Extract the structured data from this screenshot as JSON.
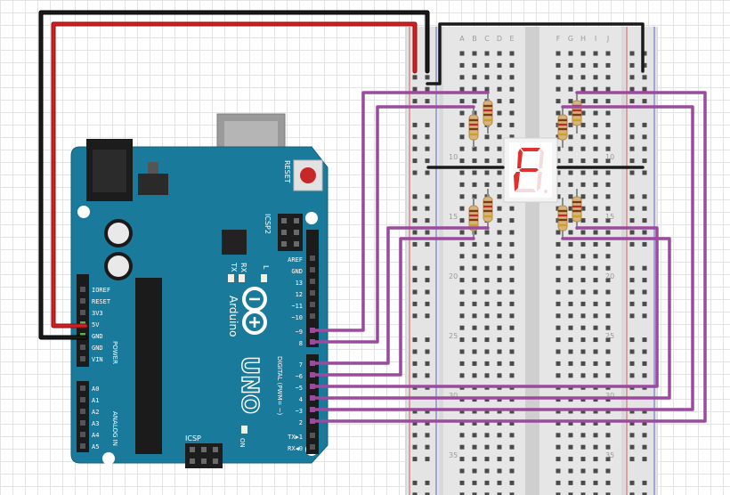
{
  "board": {
    "name": "Arduino",
    "model": "UNO",
    "reset_label": "RESET",
    "icsp2_label": "ICSP2",
    "icsp_label": "ICSP",
    "led_labels": [
      "TX",
      "RX",
      "L"
    ],
    "on_label": "ON",
    "power_header_label": "POWER",
    "analog_header_label": "ANALOG IN",
    "digital_header_label": "DIGITAL (PWM= ~)",
    "power_pins": [
      "IOREF",
      "RESET",
      "3V3",
      "5V",
      "GND",
      "GND",
      "VIN"
    ],
    "analog_pins": [
      "A0",
      "A1",
      "A2",
      "A3",
      "A4",
      "A5"
    ],
    "digital_pins_upper": [
      "AREF",
      "GND",
      "13",
      "12",
      "~11",
      "~10",
      "~9",
      "8"
    ],
    "digital_pins_lower": [
      "7",
      "~6",
      "~5",
      "4",
      "~3",
      "2",
      "TX▶1",
      "RX◀0"
    ]
  },
  "breadboard": {
    "column_letters_left": [
      "A",
      "B",
      "C",
      "D",
      "E"
    ],
    "column_letters_right": [
      "F",
      "G",
      "H",
      "I",
      "J"
    ],
    "row_numbers": [
      "10",
      "15",
      "20",
      "25",
      "30",
      "35"
    ]
  },
  "display": {
    "digit": "F",
    "segment_color": "#e0302c"
  },
  "wires": {
    "power_color": "#d21f1f",
    "ground_color": "#1a1a1a",
    "signal_color": "#9b4a9e"
  }
}
